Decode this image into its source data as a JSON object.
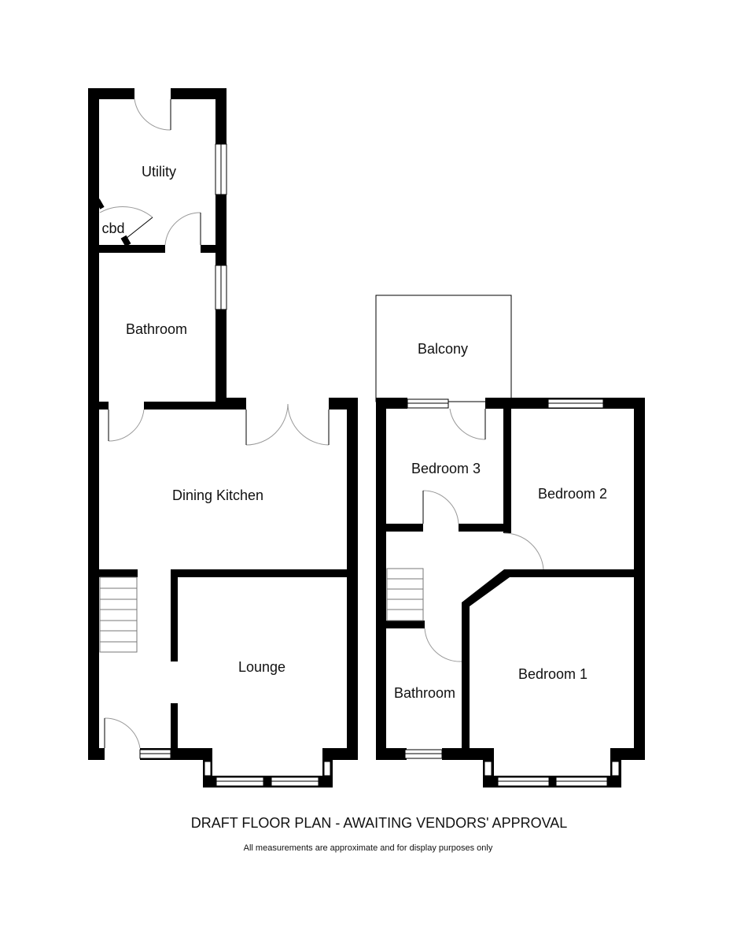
{
  "ground_floor": {
    "rooms": {
      "utility": "Utility",
      "cupboard": "cbd",
      "bathroom": "Bathroom",
      "dining_kitchen": "Dining Kitchen",
      "lounge": "Lounge"
    }
  },
  "first_floor": {
    "rooms": {
      "balcony": "Balcony",
      "bedroom3": "Bedroom 3",
      "bedroom2": "Bedroom 2",
      "bedroom1": "Bedroom 1",
      "bathroom": "Bathroom"
    }
  },
  "caption": {
    "title": "DRAFT FLOOR PLAN - AWAITING VENDORS' APPROVAL",
    "disclaimer": "All measurements are approximate and for display purposes only"
  }
}
